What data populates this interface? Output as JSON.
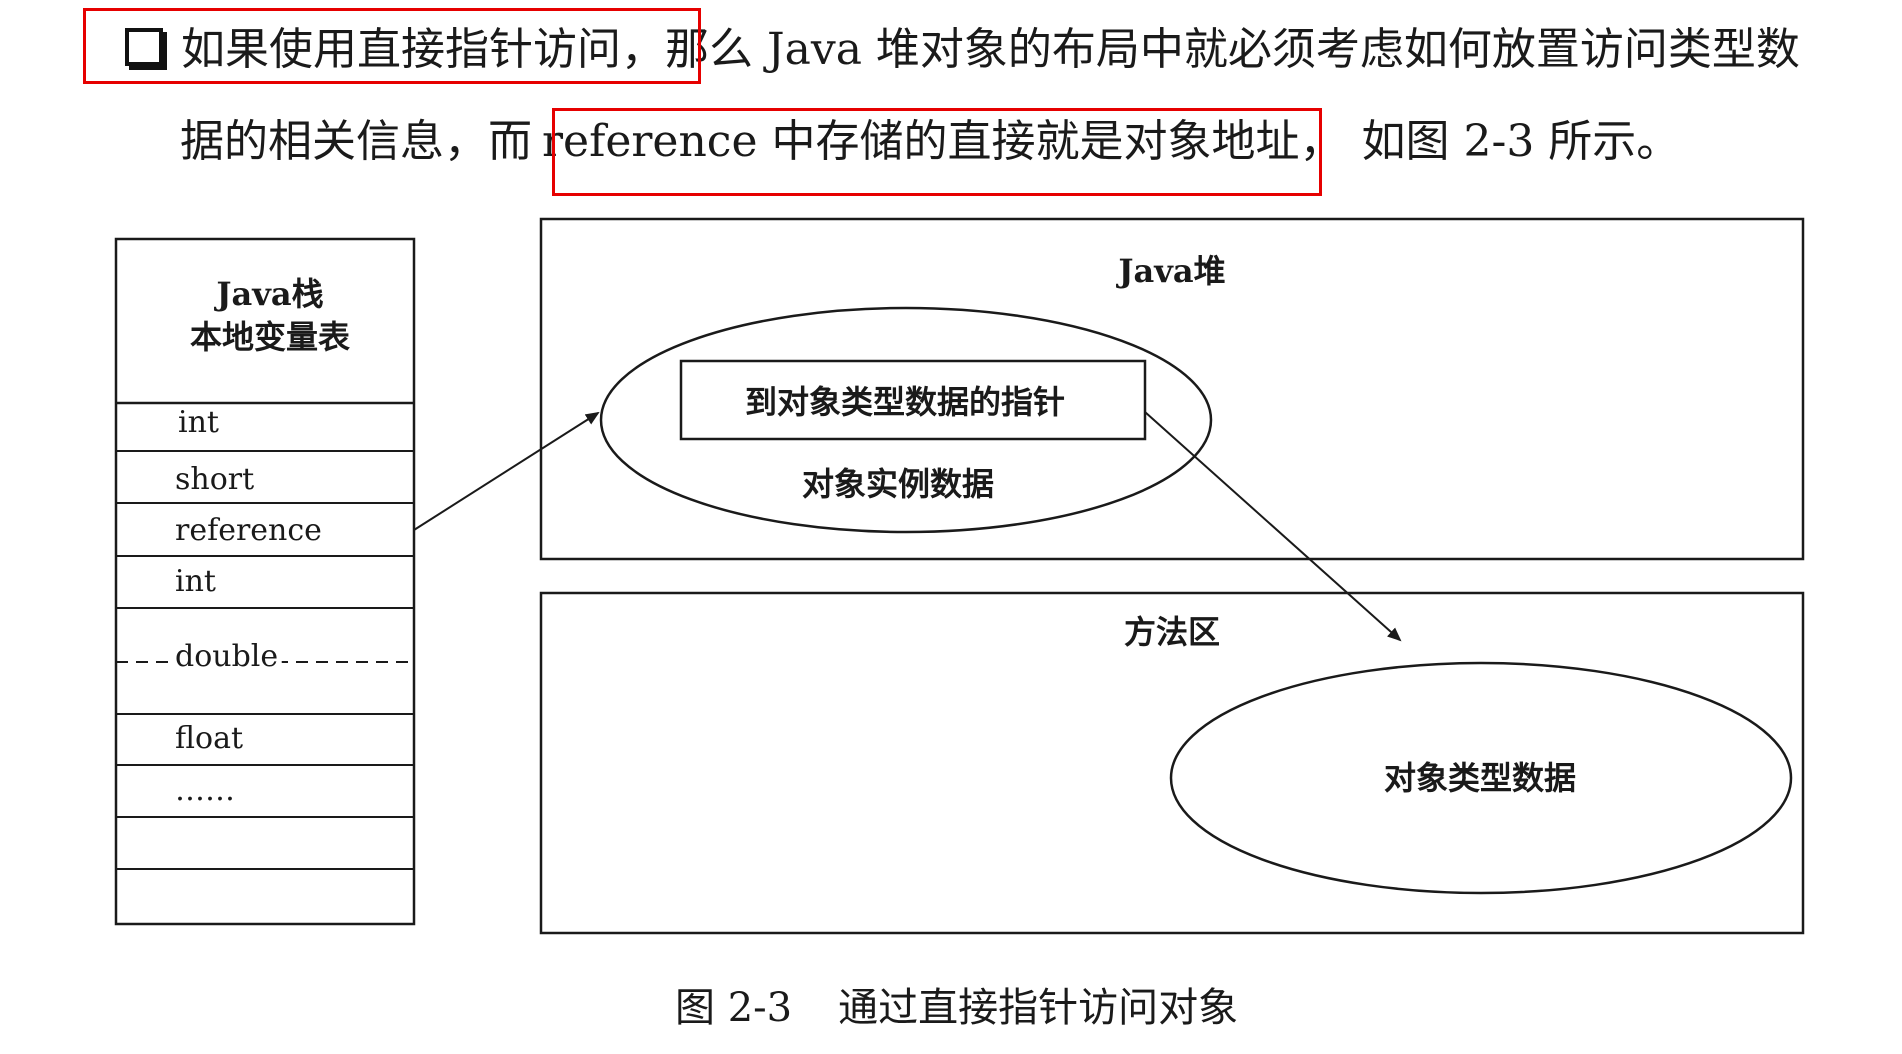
{
  "text": {
    "line1_highlighted": "如果使用直接指针访问，",
    "line1_rest": "那么 Java 堆对象的布局中就必须考虑如何放置访问类型数",
    "line2_start": "据的相关信息，而",
    "line2_highlighted": "reference 中存储的直接就是对象地址，",
    "line2_end": "如图 2-3 所示。"
  },
  "diagram": {
    "stack": {
      "title_line1": "Java栈",
      "title_line2": "本地变量表",
      "slots": [
        "int",
        "short",
        "reference",
        "int",
        "double",
        "float",
        "……",
        "",
        ""
      ]
    },
    "heap": {
      "title": "Java堆",
      "pointer_box": "到对象类型数据的指针",
      "instance_data": "对象实例数据"
    },
    "method_area": {
      "title": "方法区",
      "type_data": "对象类型数据"
    }
  },
  "caption": {
    "figure_number": "图 2-3",
    "title": "通过直接指针访问对象"
  },
  "colors": {
    "highlight_border": "#e60000",
    "ink": "#1a1a1a"
  }
}
